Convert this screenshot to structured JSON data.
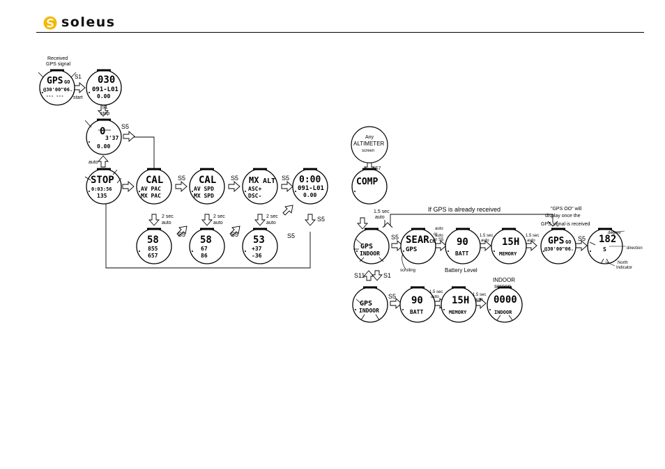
{
  "brand": {
    "name": "soleus"
  },
  "labels": {
    "received_gps_1": "Received",
    "received_gps_2": "GPS signal",
    "s1_start": "S1",
    "start": "start",
    "s1_stop": "S1",
    "stop": "stop",
    "s5_a": "S5",
    "auto_up": "auto",
    "s5_b": "S5",
    "s5_c": "S5",
    "s5_d": "S5",
    "two_sec_1": "2 sec",
    "auto_1": "auto",
    "two_sec_2": "2 sec",
    "auto_2": "auto",
    "two_sec_3": "2 sec",
    "auto_3": "auto",
    "s5_e": "S5",
    "s5_f": "S5",
    "s5_g": "S5",
    "s5_h": "S5",
    "any": "Any",
    "altimeter": "ALTIMETER",
    "screen": "screen",
    "s7": "S7",
    "one_five_sec_a": "1.5 sec",
    "auto_a": "auto",
    "if_gps": "If GPS is already received",
    "gps_oo_1": "\"GPS OO\" will",
    "gps_oo_2": "display once the",
    "gps_oo_3": "GPS signal is received",
    "s5_i": "S5",
    "auto_or": "auto",
    "or": "or",
    "auto_s5_1": "auto",
    "auto_s5_2": "or S5",
    "one_five_sec_b": "1.5 sec",
    "auto_b": "auto",
    "one_five_sec_c": "1.5 sec",
    "auto_c": "auto",
    "s5_j": "S5",
    "degree": "degree",
    "direction": "direction",
    "north_1": "North",
    "north_2": "Indicator",
    "scrolling": "scrolling",
    "battery_level": "Battery Level",
    "s11": "S11",
    "s1_b": "S1",
    "s5_k": "S5",
    "one_five_sec_d": "1.5 sec",
    "auto_d": "auto",
    "one_five_sec_e": "1.5 sec",
    "auto_e": "auto",
    "indoor_1": "INDOOR",
    "indoor_2": "screen"
  },
  "screens": {
    "gps_go": [
      "GPS",
      "GO",
      "@30'00\"06."
    ],
    "time_030": [
      "030",
      "091-L01",
      "0.00"
    ],
    "stopped": [
      "0",
      "3'37",
      "0.00"
    ],
    "stop": [
      "STOP",
      "0:03:56",
      "135"
    ],
    "cal_pac": [
      "CAL",
      "AV PAC",
      "MX PAC"
    ],
    "cal_spd": [
      "CAL",
      "AV SPD",
      "MX SPD"
    ],
    "mx_alt": [
      "MX",
      "ALT",
      "ASC+",
      "DSC-"
    ],
    "time_000": [
      "0:00",
      "091-L01",
      "0.00"
    ],
    "r58a": [
      "58",
      "855",
      "657"
    ],
    "r58b": [
      "58",
      "67",
      "86"
    ],
    "r53": [
      "53",
      "+37",
      "-36"
    ],
    "comp": [
      "COMP"
    ],
    "gps_indoor": [
      "GPS",
      "INDOOR"
    ],
    "search": [
      "SEAR",
      "CH",
      "GPS"
    ],
    "batt_a": [
      "90",
      "BATT"
    ],
    "memory_a": [
      "15H",
      "MEMORY"
    ],
    "gps_go_b": [
      "GPS",
      "GO",
      "@30'00\"06."
    ],
    "compass": [
      "182",
      "S"
    ],
    "indoor_gps": [
      "GPS",
      "INDOOR"
    ],
    "batt_b": [
      "90",
      "BATT"
    ],
    "memory_b": [
      "15H",
      "MEMORY"
    ],
    "indoor_screen": [
      "0000",
      "INDOOR"
    ]
  },
  "colors": {
    "ink": "#000000",
    "paper": "#ffffff"
  }
}
